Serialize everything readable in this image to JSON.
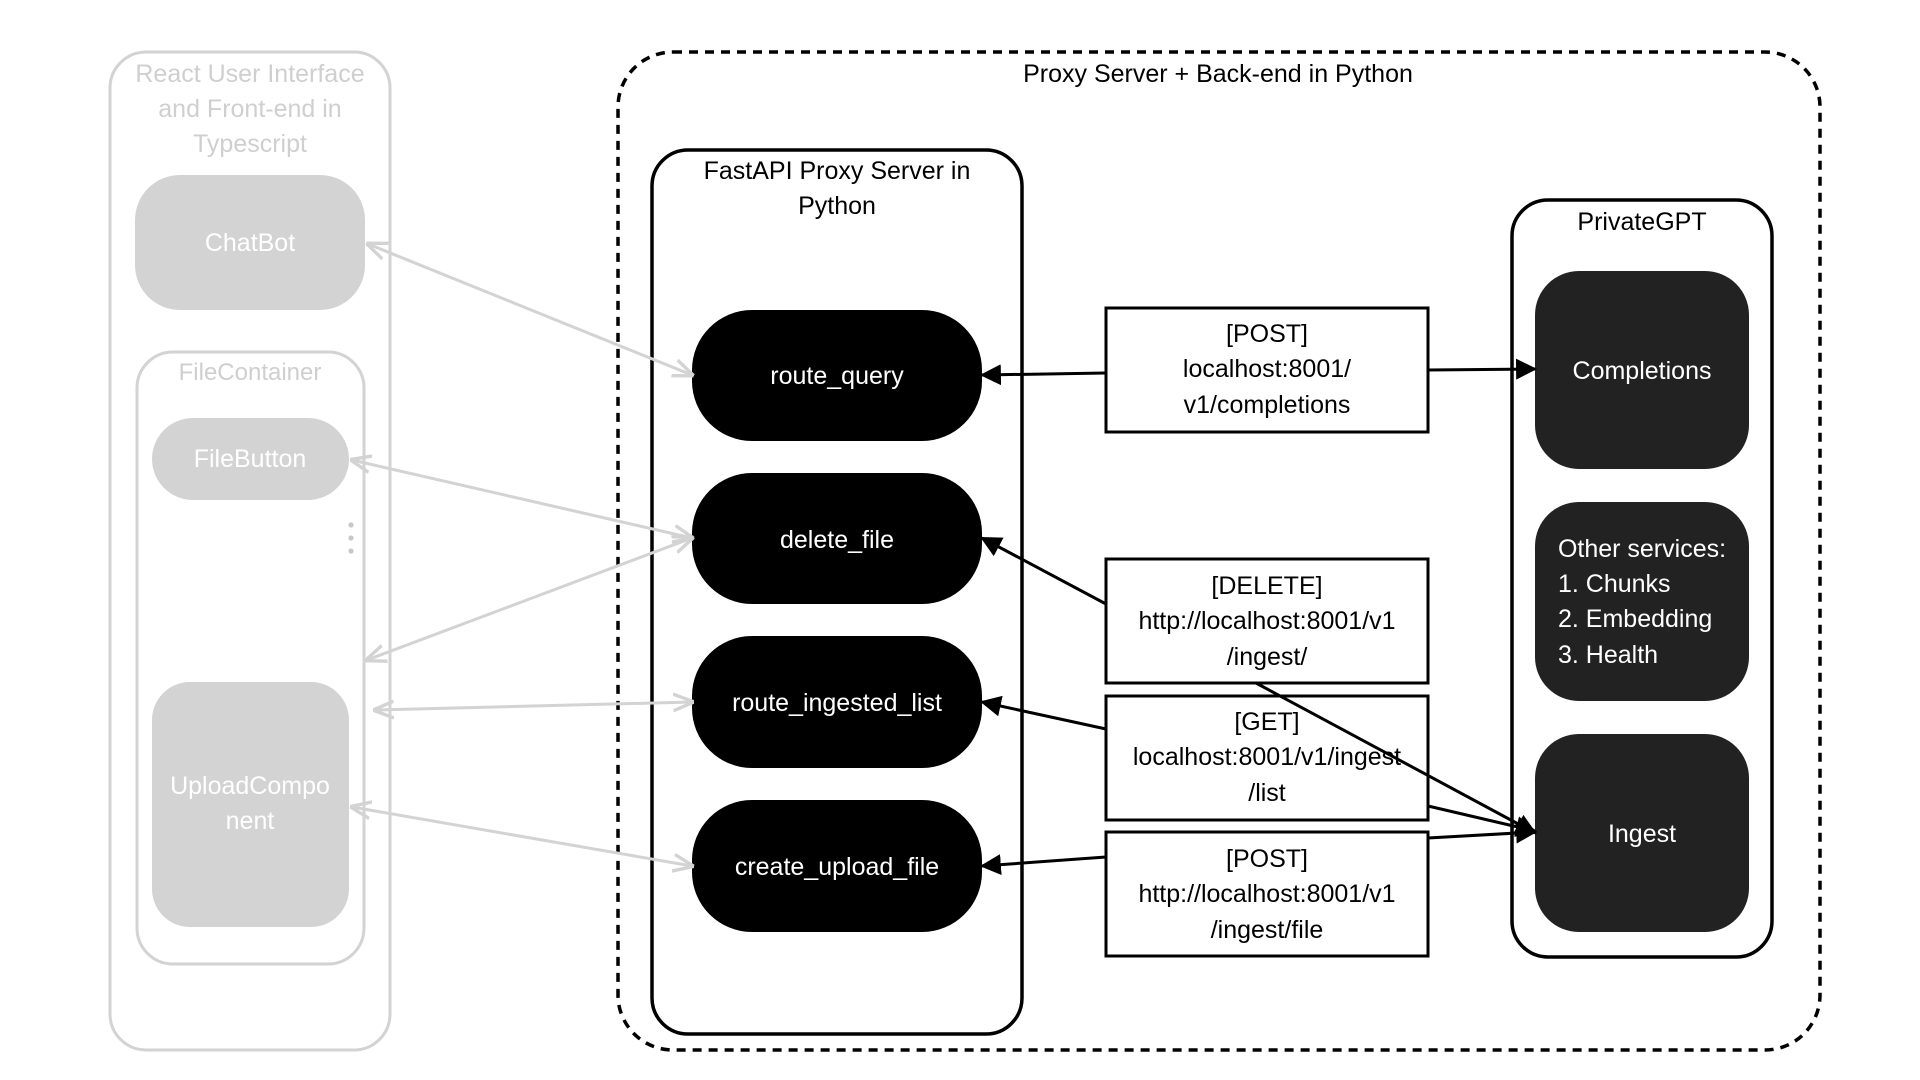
{
  "react_panel": {
    "title_lines": [
      "React User Interface",
      "and Front-end in",
      "Typescript"
    ],
    "chatbot": "ChatBot",
    "file_container": {
      "title": "FileContainer",
      "file_button": "FileButton",
      "ellipsis": "⋮",
      "upload_lines": [
        "UploadCompo",
        "nent"
      ]
    }
  },
  "backend": {
    "title": "Proxy Server + Back-end in Python",
    "fastapi": {
      "title_lines": [
        "FastAPI Proxy Server in",
        "Python"
      ],
      "routes": [
        "route_query",
        "delete_file",
        "route_ingested_list",
        "create_upload_file"
      ]
    },
    "endpoints": [
      {
        "lines": [
          "[POST]",
          "localhost:8001/",
          "v1/completions"
        ]
      },
      {
        "lines": [
          "[DELETE]",
          "http://localhost:8001/v1",
          "/ingest/"
        ]
      },
      {
        "lines": [
          "[GET]",
          "localhost:8001/v1/ingest",
          "/list"
        ]
      },
      {
        "lines": [
          "[POST]",
          "http://localhost:8001/v1",
          "/ingest/file"
        ]
      }
    ],
    "privategpt": {
      "title": "PrivateGPT",
      "completions": "Completions",
      "other_services": {
        "title": "Other services:",
        "items": [
          "1. Chunks",
          "2. Embedding",
          "3. Health"
        ]
      },
      "ingest": "Ingest"
    }
  },
  "colors": {
    "faded": "#d3d3d3",
    "faded_text_on_box": "#ffffff",
    "faded_label": "#cfcfcf",
    "route_fill": "#000000",
    "service_fill": "#222222",
    "line": "#000000"
  }
}
